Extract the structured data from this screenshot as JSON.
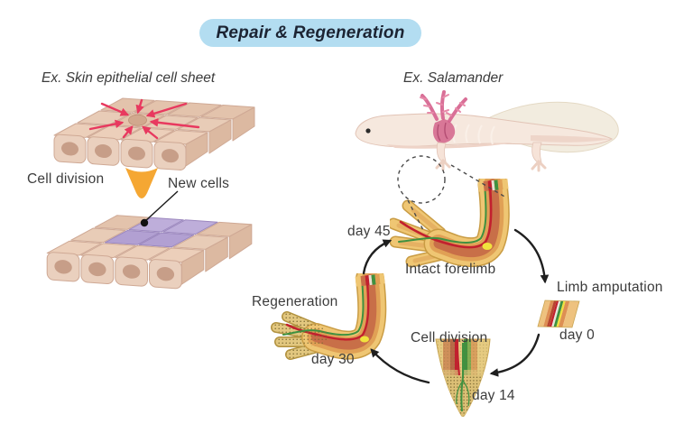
{
  "title": {
    "label": "Repair & Regeneration"
  },
  "left_panel": {
    "heading": "Ex. Skin epithelial cell sheet",
    "cell_division_label": "Cell division",
    "new_cells_label": "New cells"
  },
  "right_panel": {
    "heading": "Ex. Salamander",
    "cycle": {
      "intact": {
        "label": "Intact forelimb",
        "day": "day 45"
      },
      "amputation": {
        "label": "Limb amputation",
        "day": "day 0"
      },
      "division": {
        "label": "Cell division",
        "day": "day 14"
      },
      "regeneration": {
        "label": "Regeneration",
        "day": "day 30"
      }
    }
  },
  "colors": {
    "title_bg": "#b3ddf1",
    "title_text": "#1c2433",
    "label_text": "#3c3c3c",
    "wound_arrow_pink": "#e8395f",
    "division_arrow_orange": "#f5a733",
    "cell_tan": "#e9cdb8",
    "cell_nucleus": "#c79e88",
    "new_cell_purple": "#b4a2d3",
    "limb_tan": "#f0c573",
    "limb_muscle_orange": "#e0a055",
    "limb_artery_red": "#c2202e",
    "limb_nerve_green": "#3f9140",
    "cycle_arrow_black": "#1f1f1f"
  }
}
